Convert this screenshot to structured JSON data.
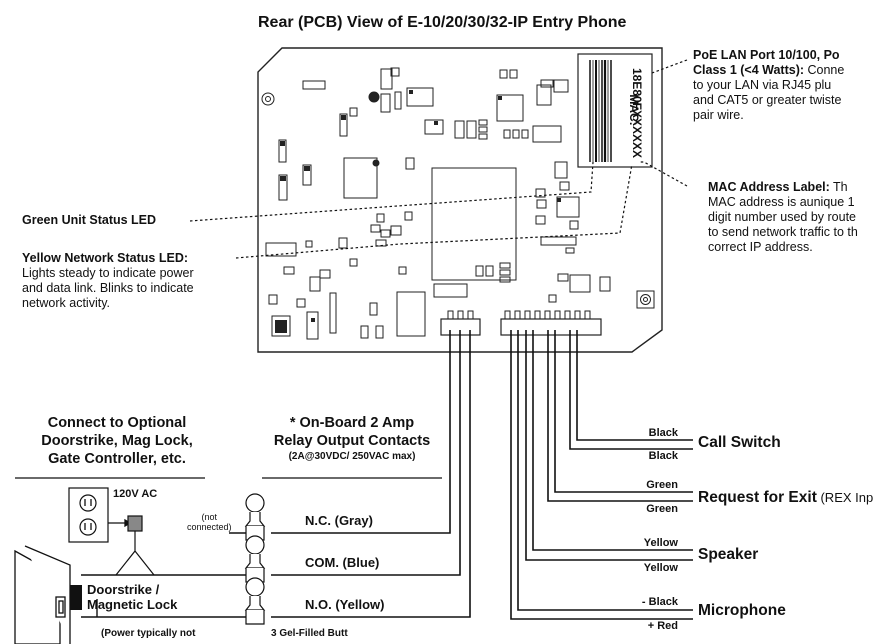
{
  "title": "Rear (PCB) View of E-10/20/30/32-IP Entry Phone",
  "mac_label": {
    "line1": "MAC:",
    "line2": "18E80FXXXXXX"
  },
  "annotations": {
    "poe": {
      "heading": "PoE LAN Port 10/100, Po",
      "heading2": "Class 1 (<4 Watts):",
      "line1_rest": " Conne",
      "line2": "to your LAN via RJ45 plu",
      "line3": "and CAT5 or greater twiste",
      "line4": "pair wire."
    },
    "mac": {
      "heading": "MAC Address Label:",
      "heading_rest": " Th",
      "line2": "MAC address is aunique 1",
      "line3": "digit number used by route",
      "line4": "to send network traffic to th",
      "line5": "correct IP address."
    },
    "green_led": "Green Unit Status LED",
    "yellow_led": {
      "heading": "Yellow Network Status LED:",
      "line2": "Lights steady to indicate power",
      "line3": "and data link. Blinks to indicate",
      "line4": "network activity."
    }
  },
  "left_section": {
    "heading": [
      "Connect to Optional",
      "Doorstrike, Mag Lock,",
      "Gate Controller, etc."
    ],
    "power_label": "120V AC",
    "not_connected": [
      "(not",
      "connected)"
    ],
    "device_label": [
      "Doorstrike /",
      "Magnetic Lock"
    ],
    "footer_note": "(Power typically not"
  },
  "relay": {
    "heading": [
      "* On-Board 2 Amp",
      "Relay Output Contacts"
    ],
    "rating": "(2A@30VDC/ 250VAC max)",
    "contacts": [
      "N.C. (Gray)",
      "COM. (Blue)",
      "N.O. (Yellow)"
    ],
    "footer_note": "3 Gel-Filled Butt"
  },
  "connections": [
    {
      "name": "Call Switch",
      "suffix": "",
      "top_wire": "Black",
      "bottom_wire": "Black"
    },
    {
      "name": "Request for Exit",
      "suffix": " (REX Inp",
      "top_wire": "Green",
      "bottom_wire": "Green"
    },
    {
      "name": "Speaker",
      "suffix": "",
      "top_wire": "Yellow",
      "bottom_wire": "Yellow"
    },
    {
      "name": "Microphone",
      "suffix": "",
      "top_wire": "- Black",
      "bottom_wire": "+ Red"
    }
  ]
}
